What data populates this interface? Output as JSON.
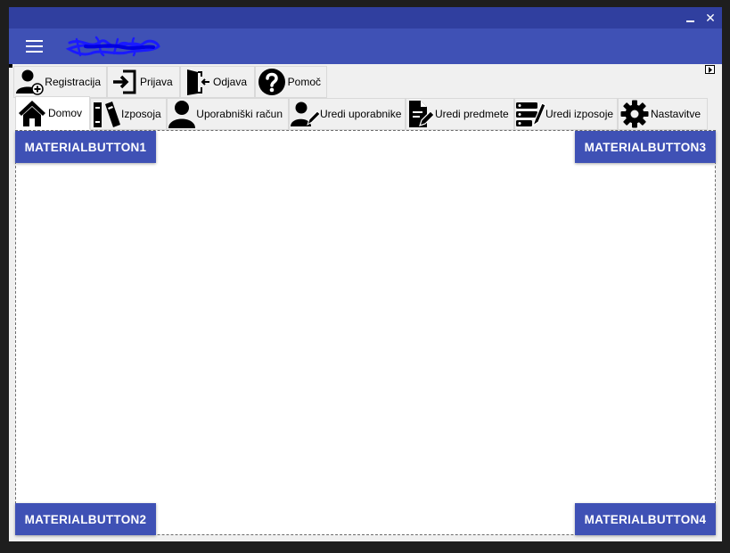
{
  "window": {
    "controls": {
      "minimize": "",
      "close": "✕"
    },
    "accent": "#303f9f",
    "appbar_color": "#3f51b5"
  },
  "tabs_row1": [
    {
      "label": "Registracija",
      "icon": "user-add-icon"
    },
    {
      "label": "Prijava",
      "icon": "sign-in-icon"
    },
    {
      "label": "Odjava",
      "icon": "sign-out-icon"
    },
    {
      "label": "Pomoč",
      "icon": "help-icon"
    }
  ],
  "tabs_row2": [
    {
      "label": "Domov",
      "icon": "home-icon",
      "active": true
    },
    {
      "label": "Izposoja",
      "icon": "books-icon"
    },
    {
      "label": "Uporabniški račun",
      "icon": "user-icon"
    },
    {
      "label": "Uredi uporabnike",
      "icon": "user-edit-icon"
    },
    {
      "label": "Uredi predmete",
      "icon": "file-edit-icon"
    },
    {
      "label": "Uredi izposoje",
      "icon": "list-edit-icon"
    },
    {
      "label": "Nastavitve",
      "icon": "gear-icon"
    }
  ],
  "buttons": {
    "b1": "MATERIALBUTTON1",
    "b2": "MATERIALBUTTON2",
    "b3": "MATERIALBUTTON3",
    "b4": "MATERIALBUTTON4"
  }
}
